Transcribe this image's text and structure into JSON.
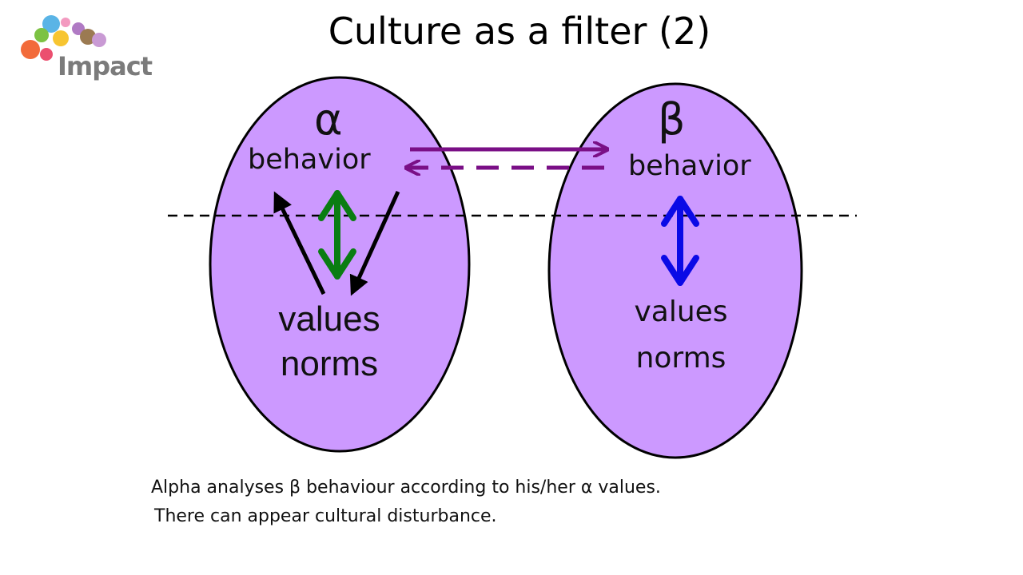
{
  "slide": {
    "title": "Culture as a filter (2)",
    "logo_text": "Impact"
  },
  "alpha": {
    "symbol": "α",
    "behavior": "behavior",
    "values": "values",
    "norms": "norms"
  },
  "beta": {
    "symbol": "β",
    "behavior": "behavior",
    "values": "values",
    "norms": "norms"
  },
  "caption": {
    "line1": "Alpha analyses β behaviour according to his/her α values.",
    "line2": "There can appear cultural disturbance."
  },
  "colors": {
    "ellipse_fill": "#cc99ff",
    "ellipse_stroke": "#000000",
    "purple_arrow": "#7a0f86",
    "green_arrow": "#0a7d12",
    "blue_arrow": "#0a0ae6",
    "black_arrow": "#000000"
  }
}
